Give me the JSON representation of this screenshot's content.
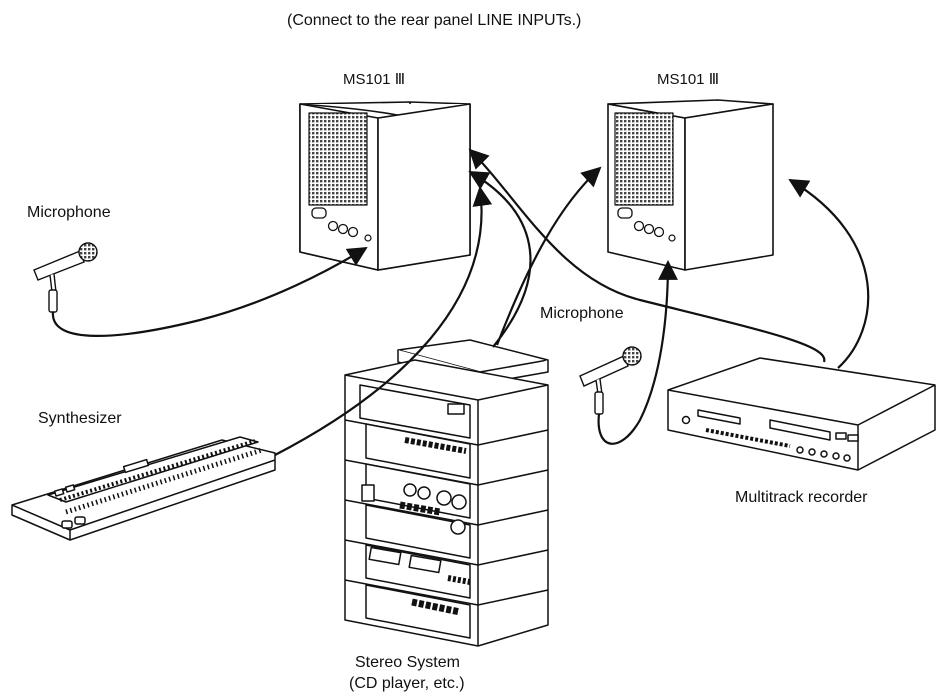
{
  "note": "(Connect to the rear panel LINE INPUTs.)",
  "speaker_left_label": "MS101 Ⅲ",
  "speaker_right_label": "MS101 Ⅲ",
  "microphone_left_label": "Microphone",
  "microphone_right_label": "Microphone",
  "synthesizer_label": "Synthesizer",
  "stereo_label_line1": "Stereo System",
  "stereo_label_line2": "(CD player, etc.)",
  "recorder_label": "Multitrack recorder",
  "colors": {
    "line": "#111111",
    "grille": "#555555",
    "fill": "#ffffff"
  }
}
